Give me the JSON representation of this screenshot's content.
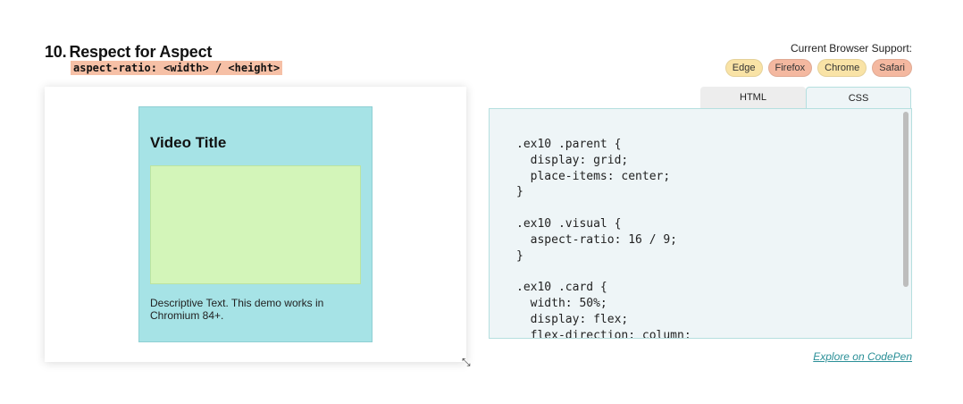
{
  "section": {
    "number": "10.",
    "title": "Respect for Aspect",
    "property": "aspect-ratio: <width> / <height>"
  },
  "support": {
    "label": "Current Browser Support:",
    "browsers": [
      {
        "name": "Edge",
        "color": "#f9e3a6"
      },
      {
        "name": "Firefox",
        "color": "#f4b8a0"
      },
      {
        "name": "Chrome",
        "color": "#f9e3a6"
      },
      {
        "name": "Safari",
        "color": "#f4b8a0"
      }
    ]
  },
  "demo": {
    "card_title": "Video Title",
    "card_text": "Descriptive Text. This demo works in Chromium 84+.",
    "resize_glyph": "⤡"
  },
  "tabs": [
    {
      "label": "HTML",
      "active": false
    },
    {
      "label": "CSS",
      "active": true
    }
  ],
  "code": {
    "css": ".ex10 .parent {\n  display: grid;\n  place-items: center;\n}\n\n.ex10 .visual {\n  aspect-ratio: 16 / 9;\n}\n\n.ex10 .card {\n  width: 50%;\n  display: flex;\n  flex-direction: column;"
  },
  "links": {
    "codepen": "Explore on CodePen"
  }
}
